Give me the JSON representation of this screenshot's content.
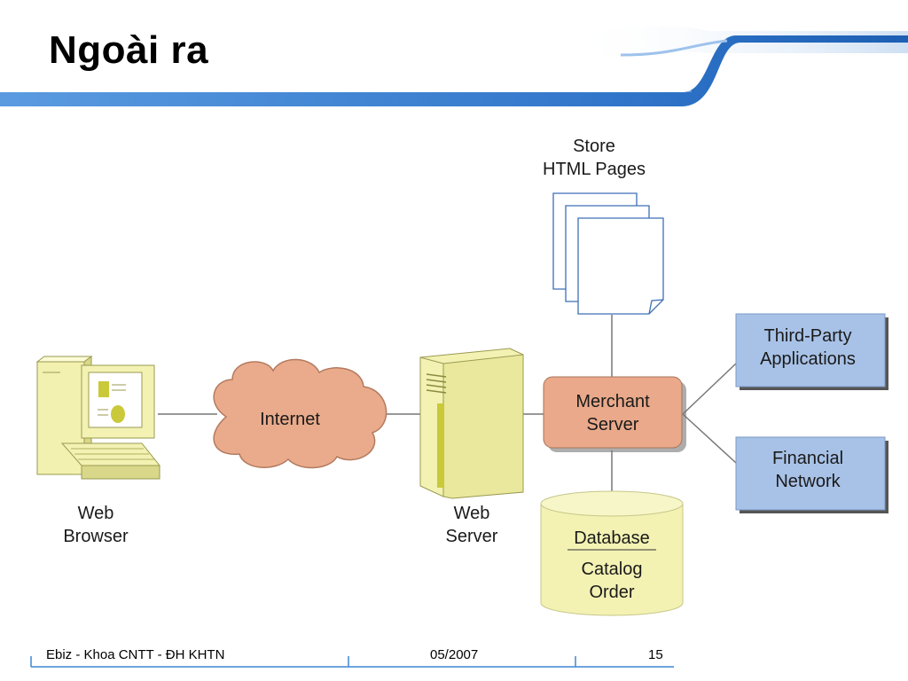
{
  "slide": {
    "title": "Ngoài ra"
  },
  "diagram": {
    "store_pages": [
      "Store",
      "HTML Pages"
    ],
    "internet": "Internet",
    "web_browser": [
      "Web",
      "Browser"
    ],
    "web_server": [
      "Web",
      "Server"
    ],
    "merchant_server": [
      "Merchant",
      "Server"
    ],
    "third_party": [
      "Third-Party",
      "Applications"
    ],
    "financial_network": [
      "Financial",
      "Network"
    ],
    "database": {
      "title": "Database",
      "items": [
        "Catalog",
        "Order"
      ]
    }
  },
  "footer": {
    "left": "Ebiz - Khoa CNTT - ĐH KHTN",
    "center": "05/2007",
    "page": "15"
  },
  "colors": {
    "header_blue": "#3f86d6",
    "merchant_fill": "#e8a98a",
    "cloud_fill": "#e8ab8c",
    "side_box_fill": "#a7c1e6",
    "yellow_fill": "#f3f2b3"
  }
}
